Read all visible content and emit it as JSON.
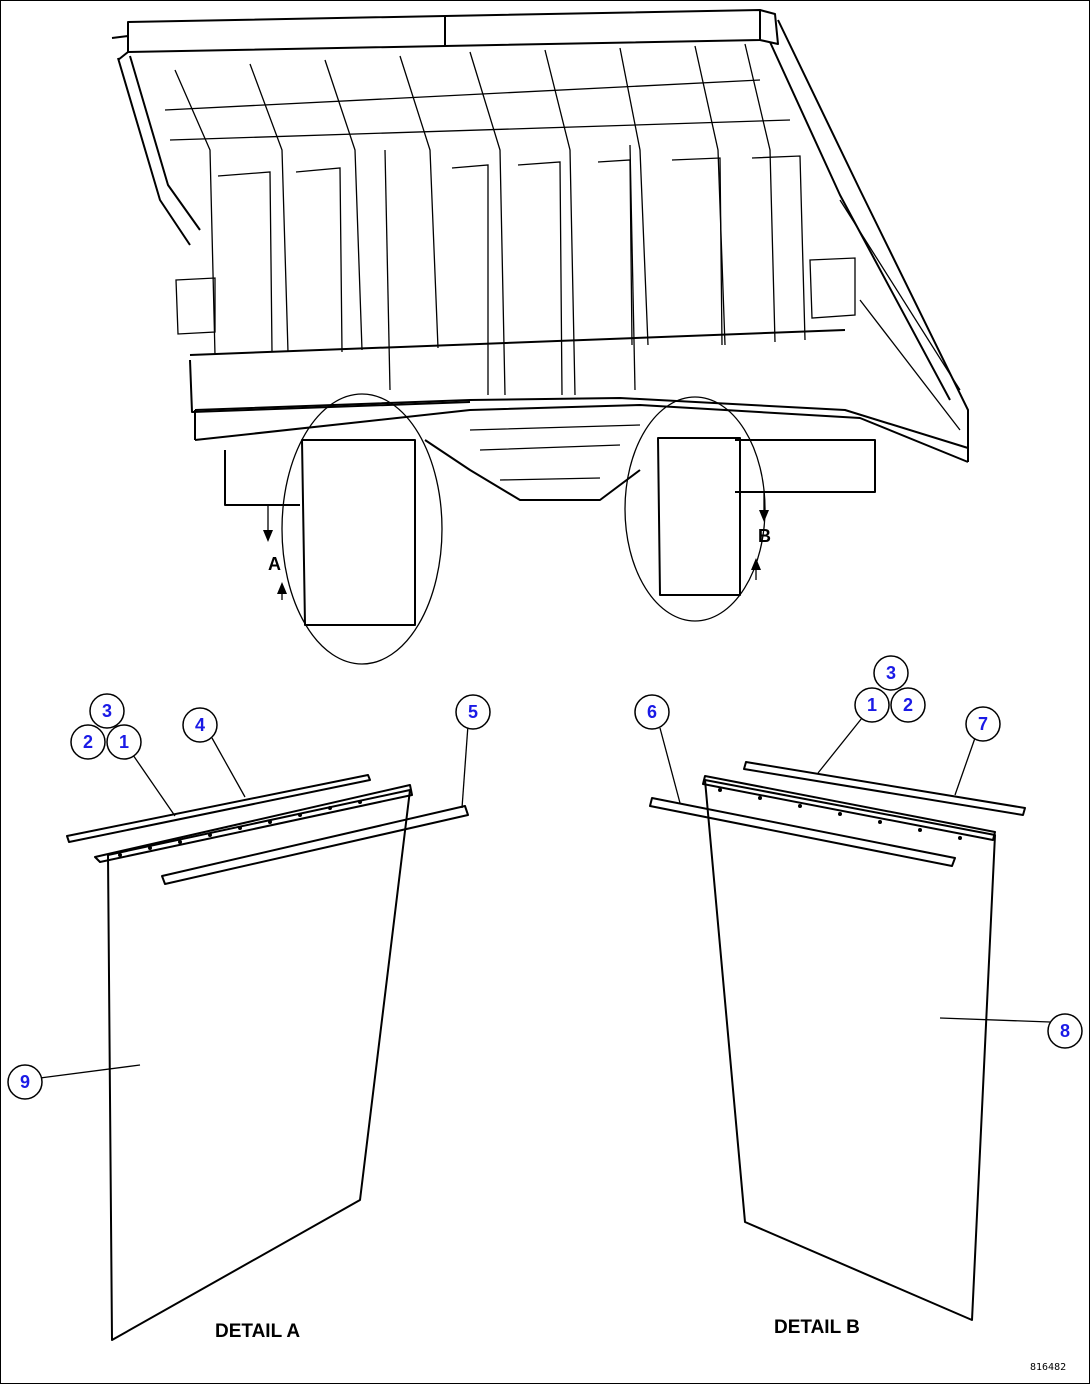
{
  "view_markers": {
    "a": "A",
    "b": "B"
  },
  "detail_labels": {
    "a": "DETAIL A",
    "b": "DETAIL B"
  },
  "callouts": {
    "c1_left": "1",
    "c2_left": "2",
    "c3_left": "3",
    "c4": "4",
    "c5": "5",
    "c6": "6",
    "c3_right": "3",
    "c1_right": "1",
    "c2_right": "2",
    "c7": "7",
    "c8": "8",
    "c9": "9"
  },
  "drawing_id": "816482",
  "colors": {
    "callout_text": "#1a1ae6",
    "line": "#000000"
  }
}
